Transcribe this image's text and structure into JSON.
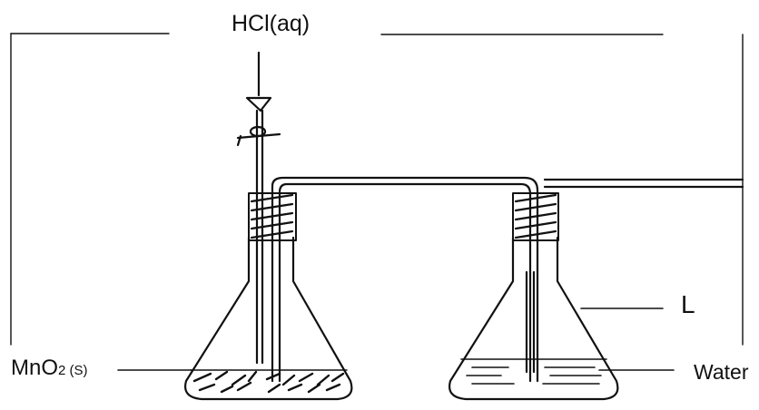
{
  "labels": {
    "top_reagent": "HCl(aq)",
    "flask_label": "L",
    "solid_main": "MnO",
    "solid_sub": "2 (S)",
    "liquid": "Water"
  },
  "colors": {
    "ink": "#111111",
    "background": "#ffffff"
  }
}
